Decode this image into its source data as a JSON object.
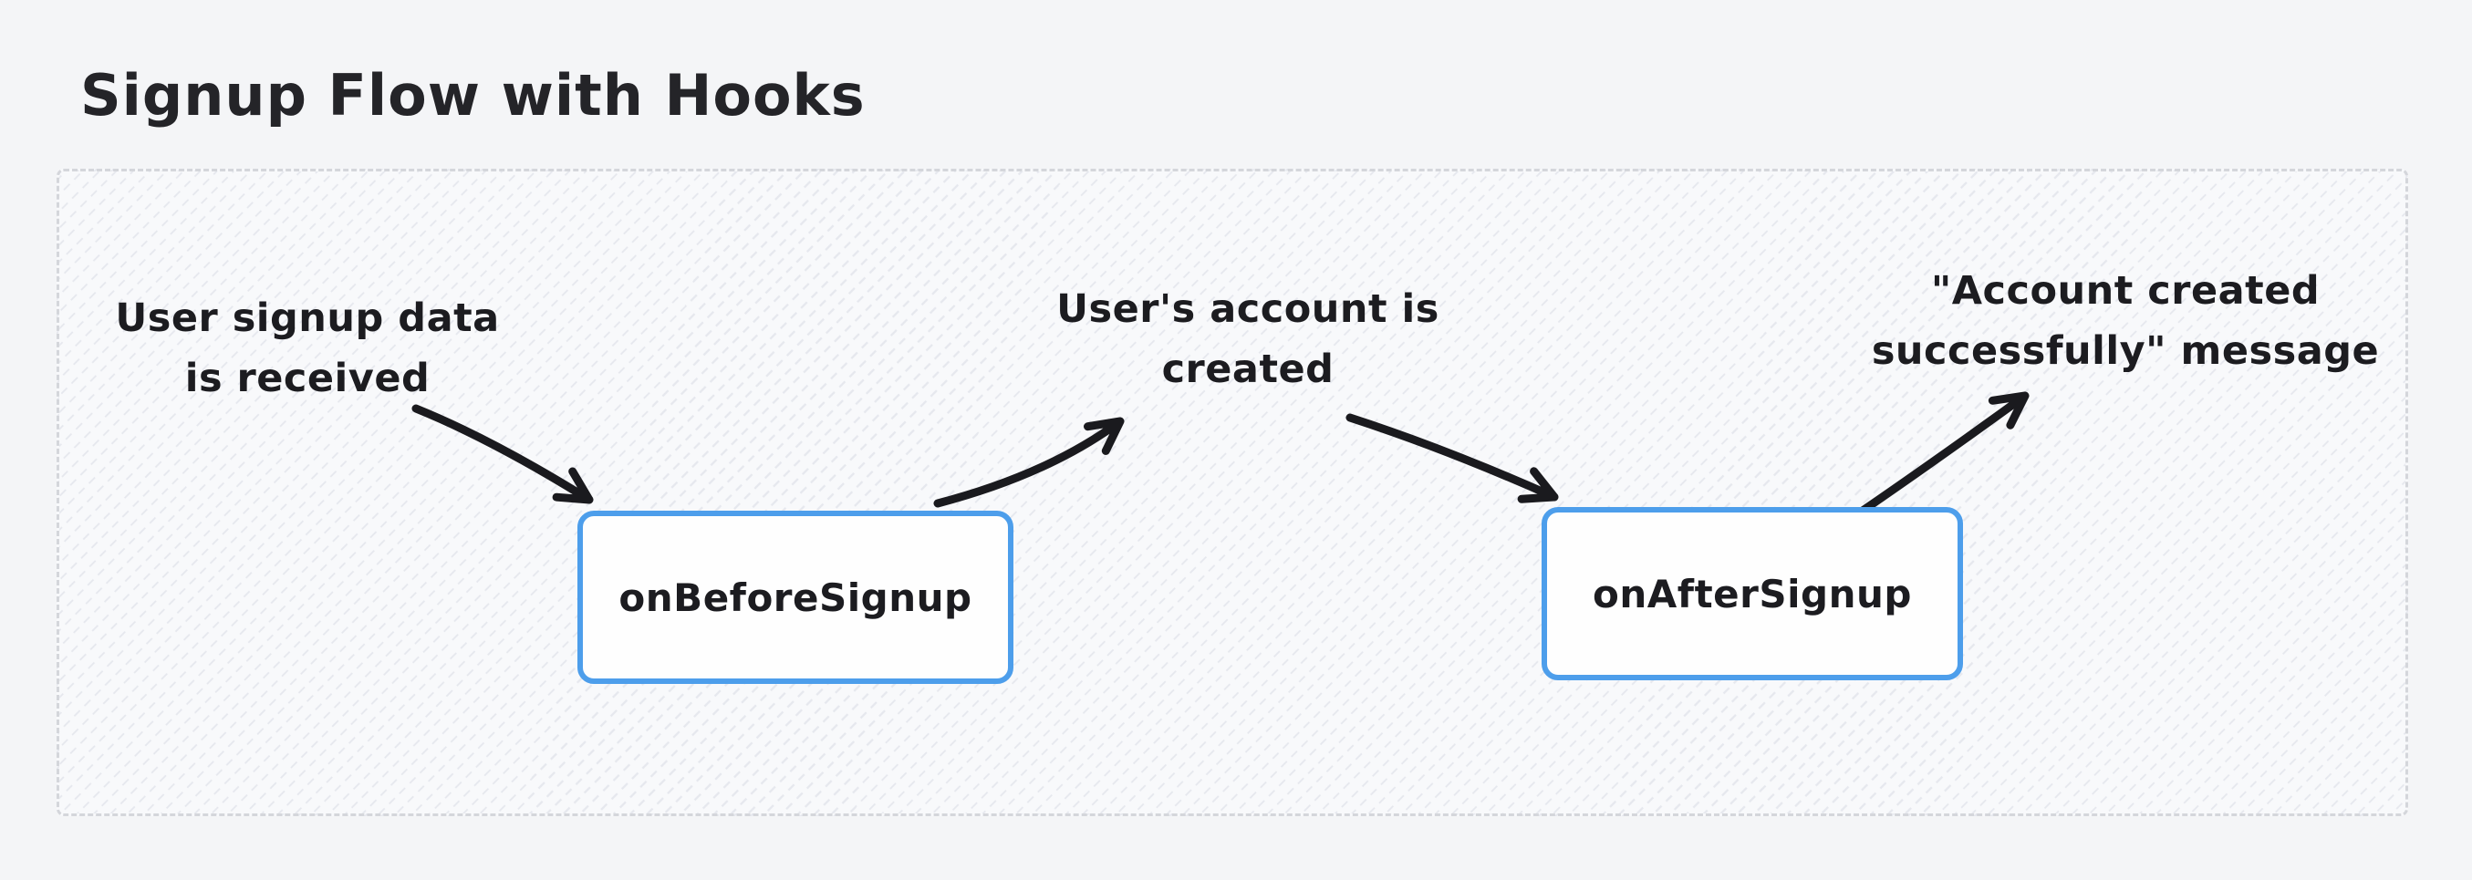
{
  "page": {
    "title": "Signup Flow with Hooks"
  },
  "diagram": {
    "nodes": [
      {
        "id": "note-signup-data",
        "type": "label",
        "lines": [
          "User signup data",
          "is received"
        ]
      },
      {
        "id": "hook-onbeforesignup",
        "type": "box",
        "label": "onBeforeSignup"
      },
      {
        "id": "note-account-created",
        "type": "label",
        "lines": [
          "User's account is",
          "created"
        ]
      },
      {
        "id": "hook-onaftersignup",
        "type": "box",
        "label": "onAfterSignup"
      },
      {
        "id": "note-success-message",
        "type": "label",
        "lines": [
          "\"Account created",
          "successfully\" message"
        ]
      }
    ],
    "edges": [
      {
        "from": "note-signup-data",
        "to": "hook-onbeforesignup"
      },
      {
        "from": "hook-onbeforesignup",
        "to": "note-account-created"
      },
      {
        "from": "note-account-created",
        "to": "hook-onaftersignup"
      },
      {
        "from": "hook-onaftersignup",
        "to": "note-success-message"
      }
    ],
    "colors": {
      "canvas_bg": "#f4f5f7",
      "frame_bg": "#f8f9fb",
      "frame_border": "#d4d6db",
      "box_border": "#4d9eeb",
      "box_fill": "#fefefe",
      "text": "#1c1c20",
      "arrow": "#1a1a1e"
    }
  }
}
